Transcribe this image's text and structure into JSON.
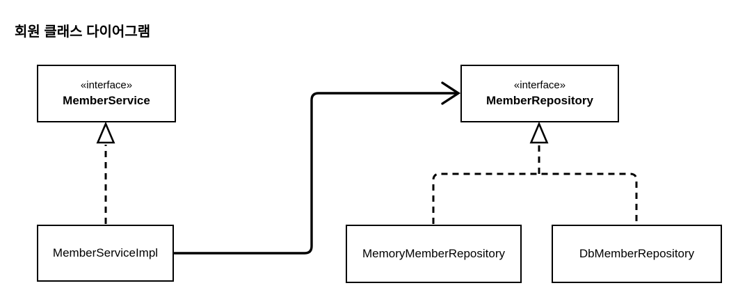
{
  "title": "회원 클래스 다이어그램",
  "colors": {
    "line": "#000000",
    "background": "#ffffff",
    "box_fill": "#ffffff",
    "text": "#000000"
  },
  "nodes": [
    {
      "id": "member-service",
      "stereotype": "«interface»",
      "name": "MemberService"
    },
    {
      "id": "member-repository",
      "stereotype": "«interface»",
      "name": "MemberRepository"
    },
    {
      "id": "member-service-impl",
      "name": "MemberServiceImpl"
    },
    {
      "id": "memory-member-repository",
      "name": "MemoryMemberRepository"
    },
    {
      "id": "db-member-repository",
      "name": "DbMemberRepository"
    }
  ],
  "edges": [
    {
      "from": "MemberServiceImpl",
      "to": "MemberService",
      "type": "realization",
      "line": "dashed",
      "head": "hollow-triangle"
    },
    {
      "from": "MemberServiceImpl",
      "to": "MemberRepository",
      "type": "association",
      "line": "solid",
      "head": "open-arrow"
    },
    {
      "from": "MemoryMemberRepository",
      "to": "MemberRepository",
      "type": "realization",
      "line": "dashed",
      "head": "hollow-triangle"
    },
    {
      "from": "DbMemberRepository",
      "to": "MemberRepository",
      "type": "realization",
      "line": "dashed",
      "head": "hollow-triangle"
    }
  ]
}
